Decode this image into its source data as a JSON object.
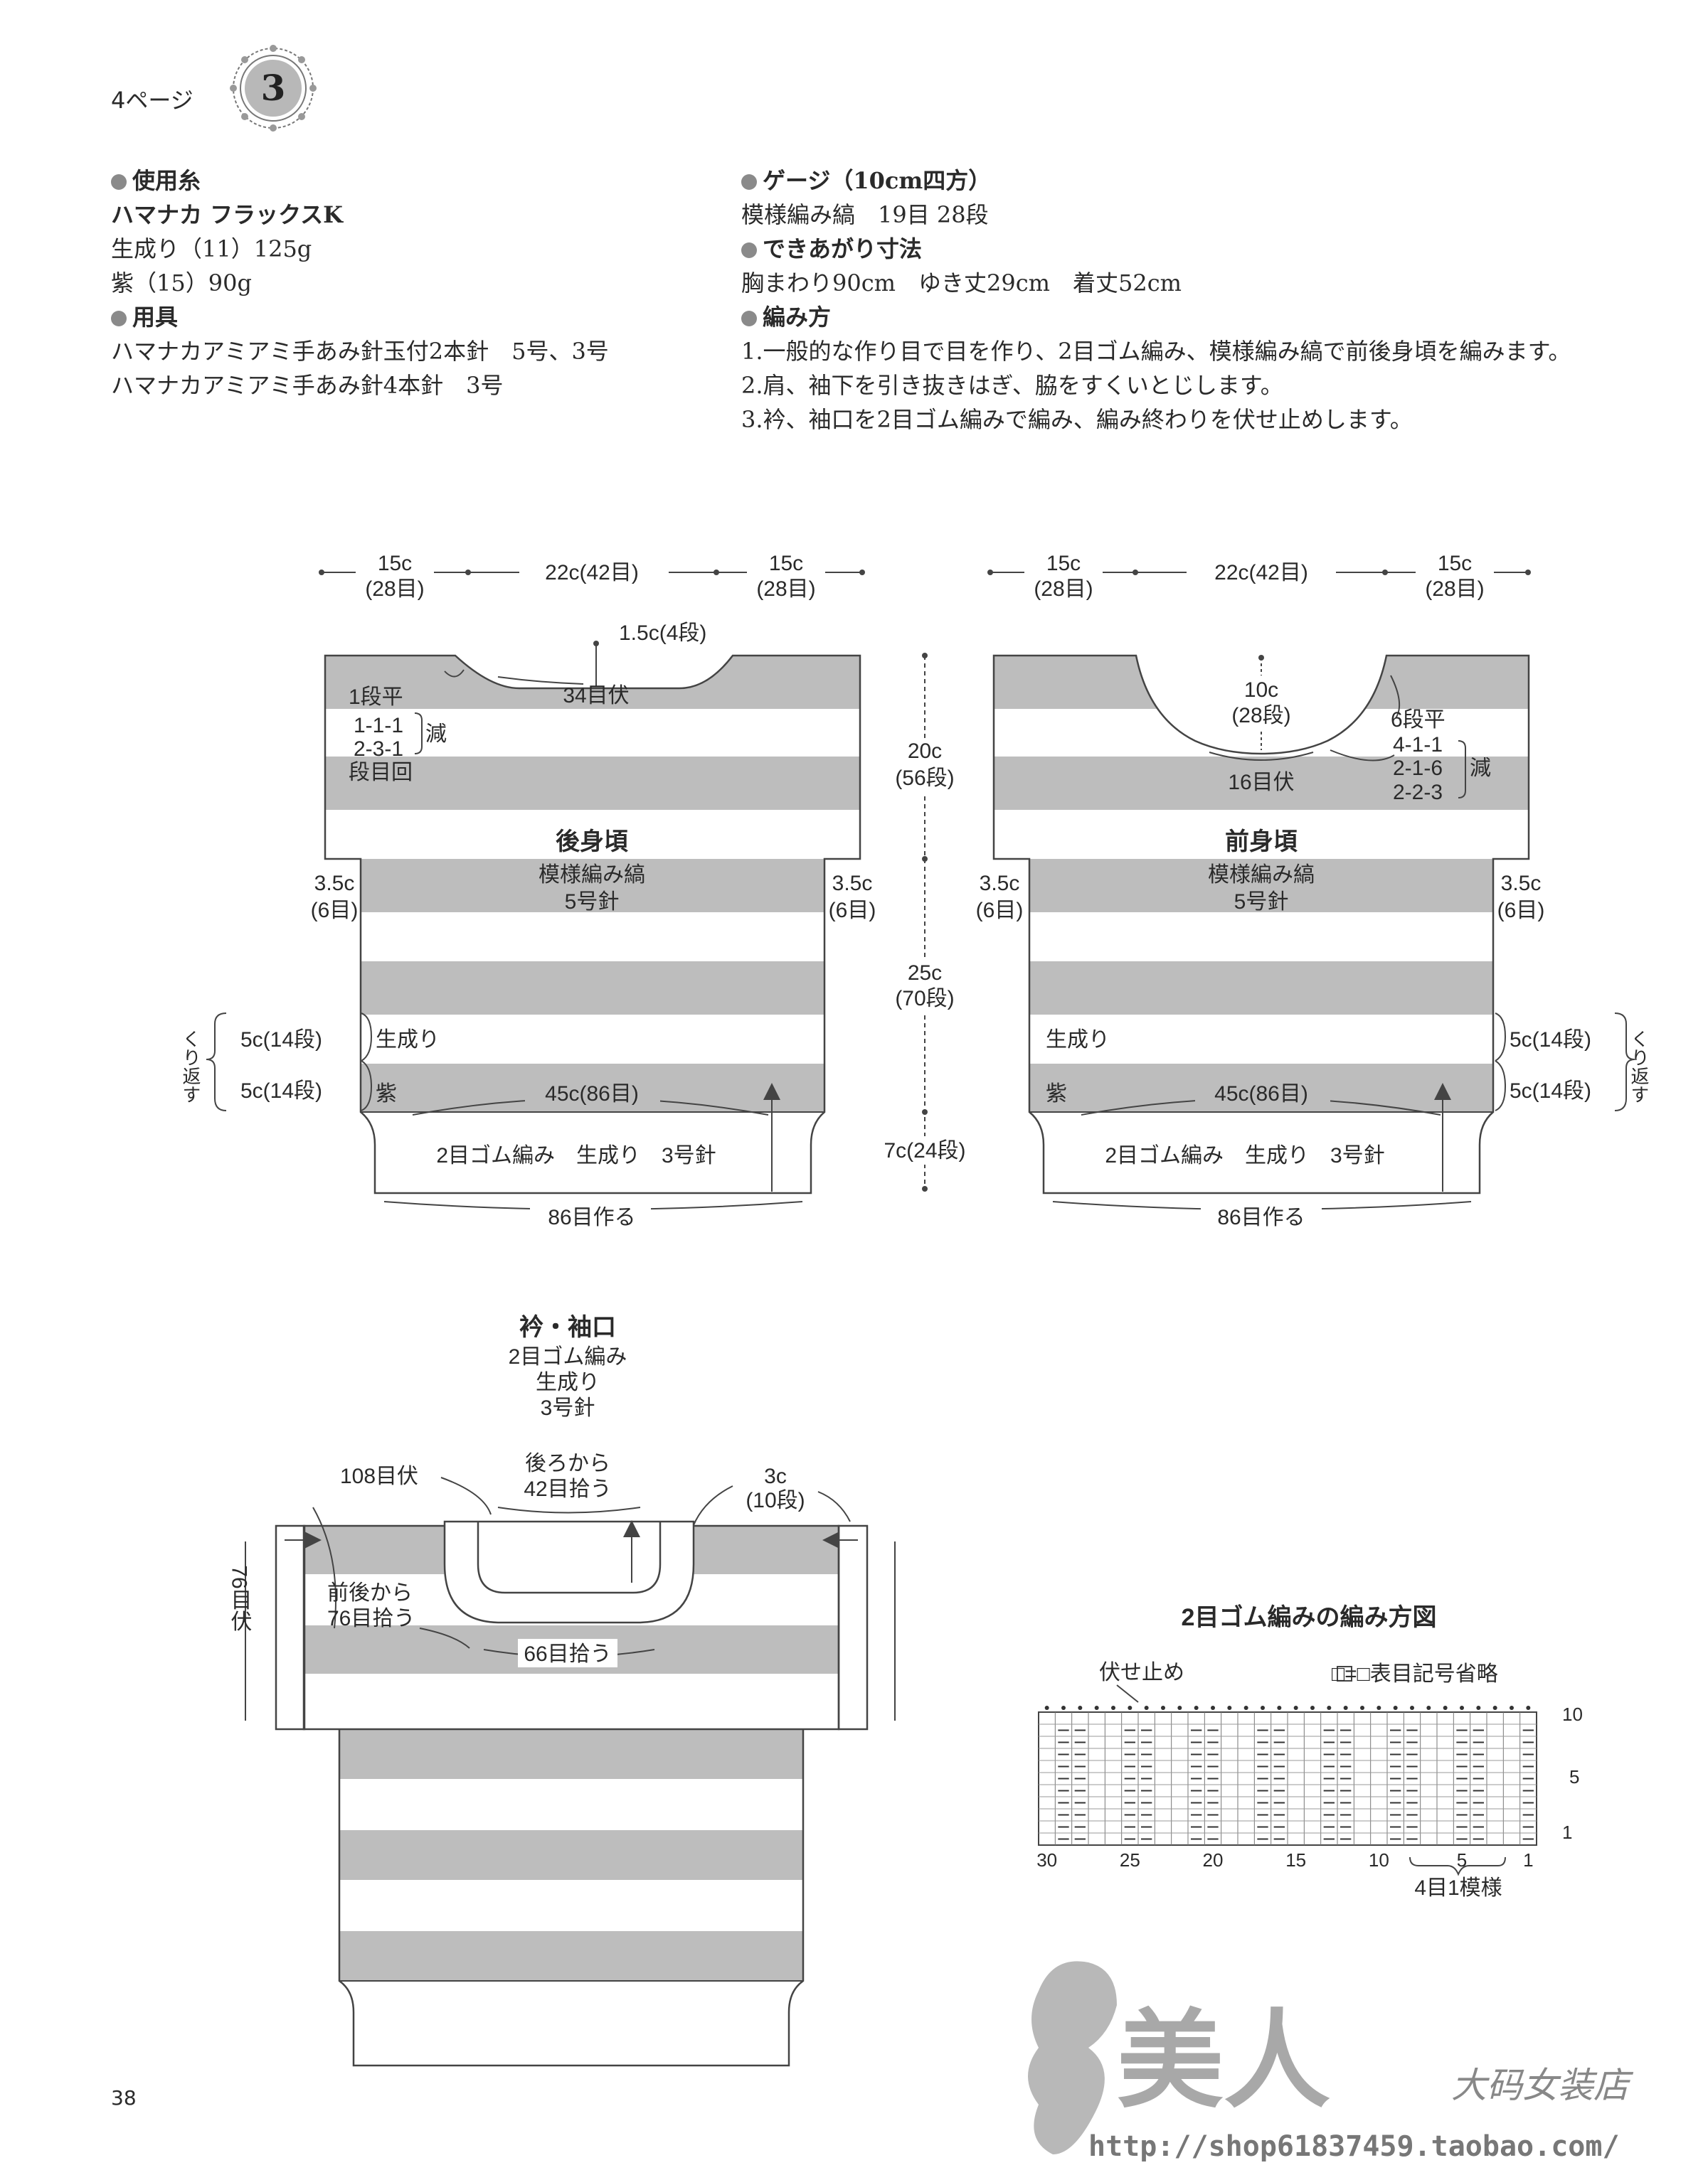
{
  "header": {
    "page_ref": "4ページ",
    "badge_number": "3"
  },
  "materials": {
    "yarn_heading": "使用糸",
    "yarn_lines": [
      "ハマナカ フラックスK",
      "生成り（11）125g",
      "紫（15）90g"
    ],
    "tools_heading": "用具",
    "tool_lines": [
      "ハマナカアミアミ手あみ針玉付2本針　5号、3号",
      "ハマナカアミアミ手あみ針4本針　3号"
    ]
  },
  "specs": {
    "gauge_heading": "ゲージ（10cm四方）",
    "gauge_line": "模様編み縞　19目 28段",
    "size_heading": "できあがり寸法",
    "size_line": "胸まわり90cm　ゆき丈29cm　着丈52cm",
    "method_heading": "編み方",
    "method_lines": [
      "1.一般的な作り目で目を作り、2目ゴム編み、模様編み縞で前後身頃を編みます。",
      "2.肩、袖下を引き抜きはぎ、脇をすくいとじします。",
      "3.衿、袖口を2目ゴム編みで編み、編み終わりを伏せ止めします。"
    ]
  },
  "back": {
    "top_left": "15c",
    "top_left_sub": "(28目)",
    "top_mid": "22c(42目)",
    "top_right": "15c",
    "top_right_sub": "(28目)",
    "neck_depth": "1.5c(4段)",
    "neck_bind": "34目伏",
    "dec1": "1段平",
    "dec2": "1-1-1",
    "dec3": "2-3-1",
    "dec4": "段目回",
    "dec_label": "減",
    "title": "後身頃",
    "pattern": "模様編み縞",
    "needle": "5号針",
    "armhole": "3.5c",
    "armhole_sub": "(6目)",
    "height_upper": "20c",
    "height_upper_sub": "(56段)",
    "height_mid": "25c",
    "height_mid_sub": "(70段)",
    "height_rib": "7c(24段)",
    "stripe1": "5c(14段)",
    "stripe2": "5c(14段)",
    "repeat_label": "くり返す",
    "color_white": "生成り",
    "color_purple": "紫",
    "width": "45c(86目)",
    "rib_label": "2目ゴム編み　生成り　3号針",
    "cast_on": "86目作る"
  },
  "front": {
    "top_left": "15c",
    "top_left_sub": "(28目)",
    "top_mid": "22c(42目)",
    "top_right": "15c",
    "top_right_sub": "(28目)",
    "neck_depth": "10c",
    "neck_depth_sub": "(28段)",
    "neck_bind": "16目伏",
    "dec1": "6段平",
    "dec2": "4-1-1",
    "dec3": "2-1-6",
    "dec4": "2-2-3",
    "dec_label": "減",
    "title": "前身頃",
    "pattern": "模様編み縞",
    "needle": "5号針",
    "armhole": "3.5c",
    "armhole_sub": "(6目)",
    "stripe1": "5c(14段)",
    "stripe2": "5c(14段)",
    "repeat_label": "くり返す",
    "color_white": "生成り",
    "color_purple": "紫",
    "width": "45c(86目)",
    "rib_label": "2目ゴム編み　生成り　3号針",
    "cast_on": "86目作る"
  },
  "collar": {
    "title": "衿・袖口",
    "sub1": "2目ゴム編み",
    "sub2": "生成り",
    "sub3": "3号針",
    "bind_108": "108目伏",
    "pick_back1": "後ろから",
    "pick_back2": "42目拾う",
    "rib_height": "3c",
    "rib_height_sub": "(10段)",
    "sleeve_bind": "76目伏",
    "pick_sleeve1": "前後から",
    "pick_sleeve2": "76目拾う",
    "pick_front": "66目拾う"
  },
  "rib_chart": {
    "title": "2目ゴム編みの編み方図",
    "bind_off": "伏せ止め",
    "legend": "□=□表目記号省略",
    "row_labels": [
      "10",
      "5",
      "1"
    ],
    "col_labels": [
      "30",
      "25",
      "20",
      "15",
      "10",
      "5",
      "1"
    ],
    "repeat": "4目1模様"
  },
  "footer": {
    "page_number": "38"
  },
  "watermark": {
    "brand": "美人",
    "shop_name": "大码女装店",
    "url": "http://shop61837459.taobao.com/"
  },
  "colors": {
    "stripe_gray": "#bdbdbd",
    "line": "#444444",
    "text": "#2a2a2a"
  }
}
